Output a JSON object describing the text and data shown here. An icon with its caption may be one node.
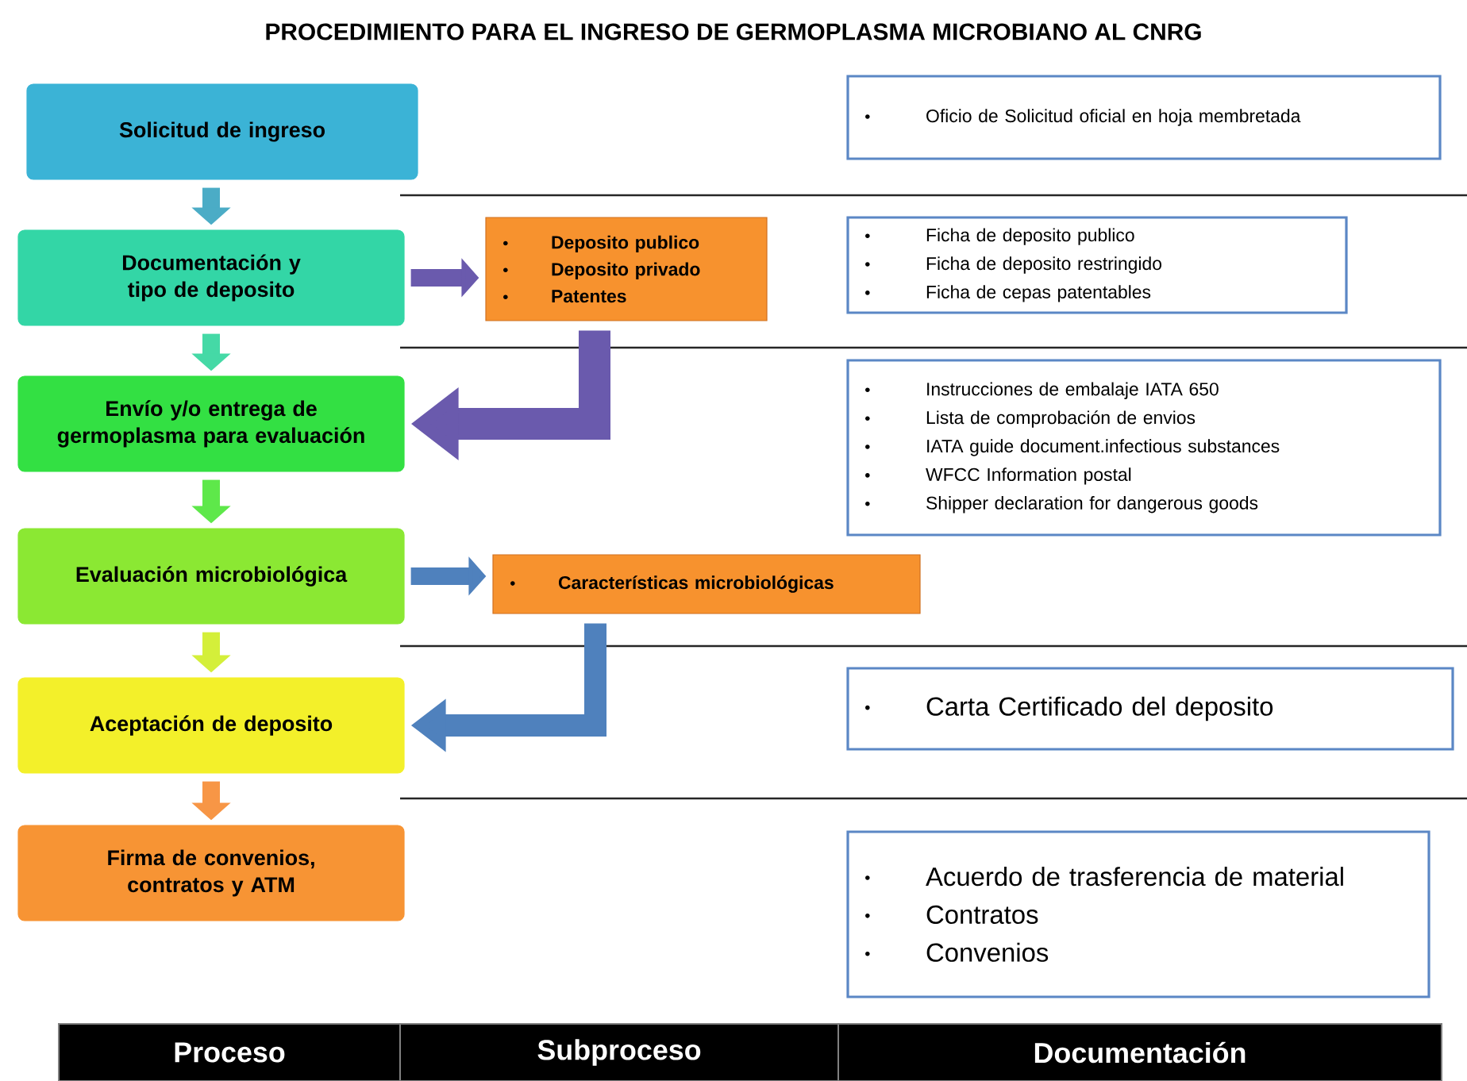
{
  "diagram": {
    "title": "PROCEDIMIENTO PARA EL INGRESO DE GERMOPLASMA MICROBIANO AL CNRG",
    "nodes": [
      {
        "text": [
          "Solicitud de ingreso"
        ]
      },
      {
        "text": [
          "Documentación y tipo de deposito"
        ]
      },
      {
        "text": [
          "Envío y/o entrega de germoplasma para evaluación"
        ]
      },
      {
        "text": [
          "Evaluación microbiológica"
        ]
      },
      {
        "text": [
          "Aceptación de deposito"
        ]
      },
      {
        "text": [
          "Firma de convenios, contratos y ATM"
        ]
      },
      {
        "text": [
          "Deposito publico",
          "Deposito privado",
          "Patentes"
        ]
      },
      {
        "text": [
          "Características microbiológicas"
        ]
      },
      {
        "text": [
          "Oficio de Solicitud oficial en hoja membretada"
        ]
      },
      {
        "text": [
          "Ficha de deposito publico",
          "Ficha de deposito restringido",
          "Ficha de cepas patentables"
        ]
      },
      {
        "text": [
          "Instrucciones de embalaje IATA 650",
          "Lista de comprobación de envios",
          "IATA guide document.infectious substances",
          "WFCC Information postal",
          "Shipper declaration for dangerous  goods"
        ]
      },
      {
        "text": [
          "Carta Certificado del deposito"
        ]
      },
      {
        "text": [
          "Acuerdo de trasferencia de material",
          "Contratos",
          "Convenios"
        ]
      },
      {
        "text": [
          "Proceso"
        ]
      },
      {
        "text": [
          "Subproceso"
        ]
      },
      {
        "text": [
          "Documentación"
        ]
      }
    ],
    "edges": [
      {
        "from": 0,
        "to": 1,
        "arrow": "to",
        "color": "#4bacc6"
      },
      {
        "from": 1,
        "to": 2,
        "arrow": "to",
        "color": "#45d9a6"
      },
      {
        "from": 2,
        "to": 3,
        "arrow": "to",
        "color": "#5ee84a"
      },
      {
        "from": 3,
        "to": 4,
        "arrow": "to",
        "color": "#d4ef3a"
      },
      {
        "from": 4,
        "to": 5,
        "arrow": "to",
        "color": "#f79646"
      },
      {
        "from": 1,
        "to": 6,
        "arrow": "to",
        "color": "#6a5aad"
      },
      {
        "from": 6,
        "to": 2,
        "arrow": "to",
        "style": "thick",
        "color": "#6a5aad"
      },
      {
        "from": 3,
        "to": 7,
        "arrow": "to",
        "color": "#4f81bd"
      },
      {
        "from": 7,
        "to": 4,
        "arrow": "to",
        "color": "#4f81bd"
      }
    ]
  }
}
